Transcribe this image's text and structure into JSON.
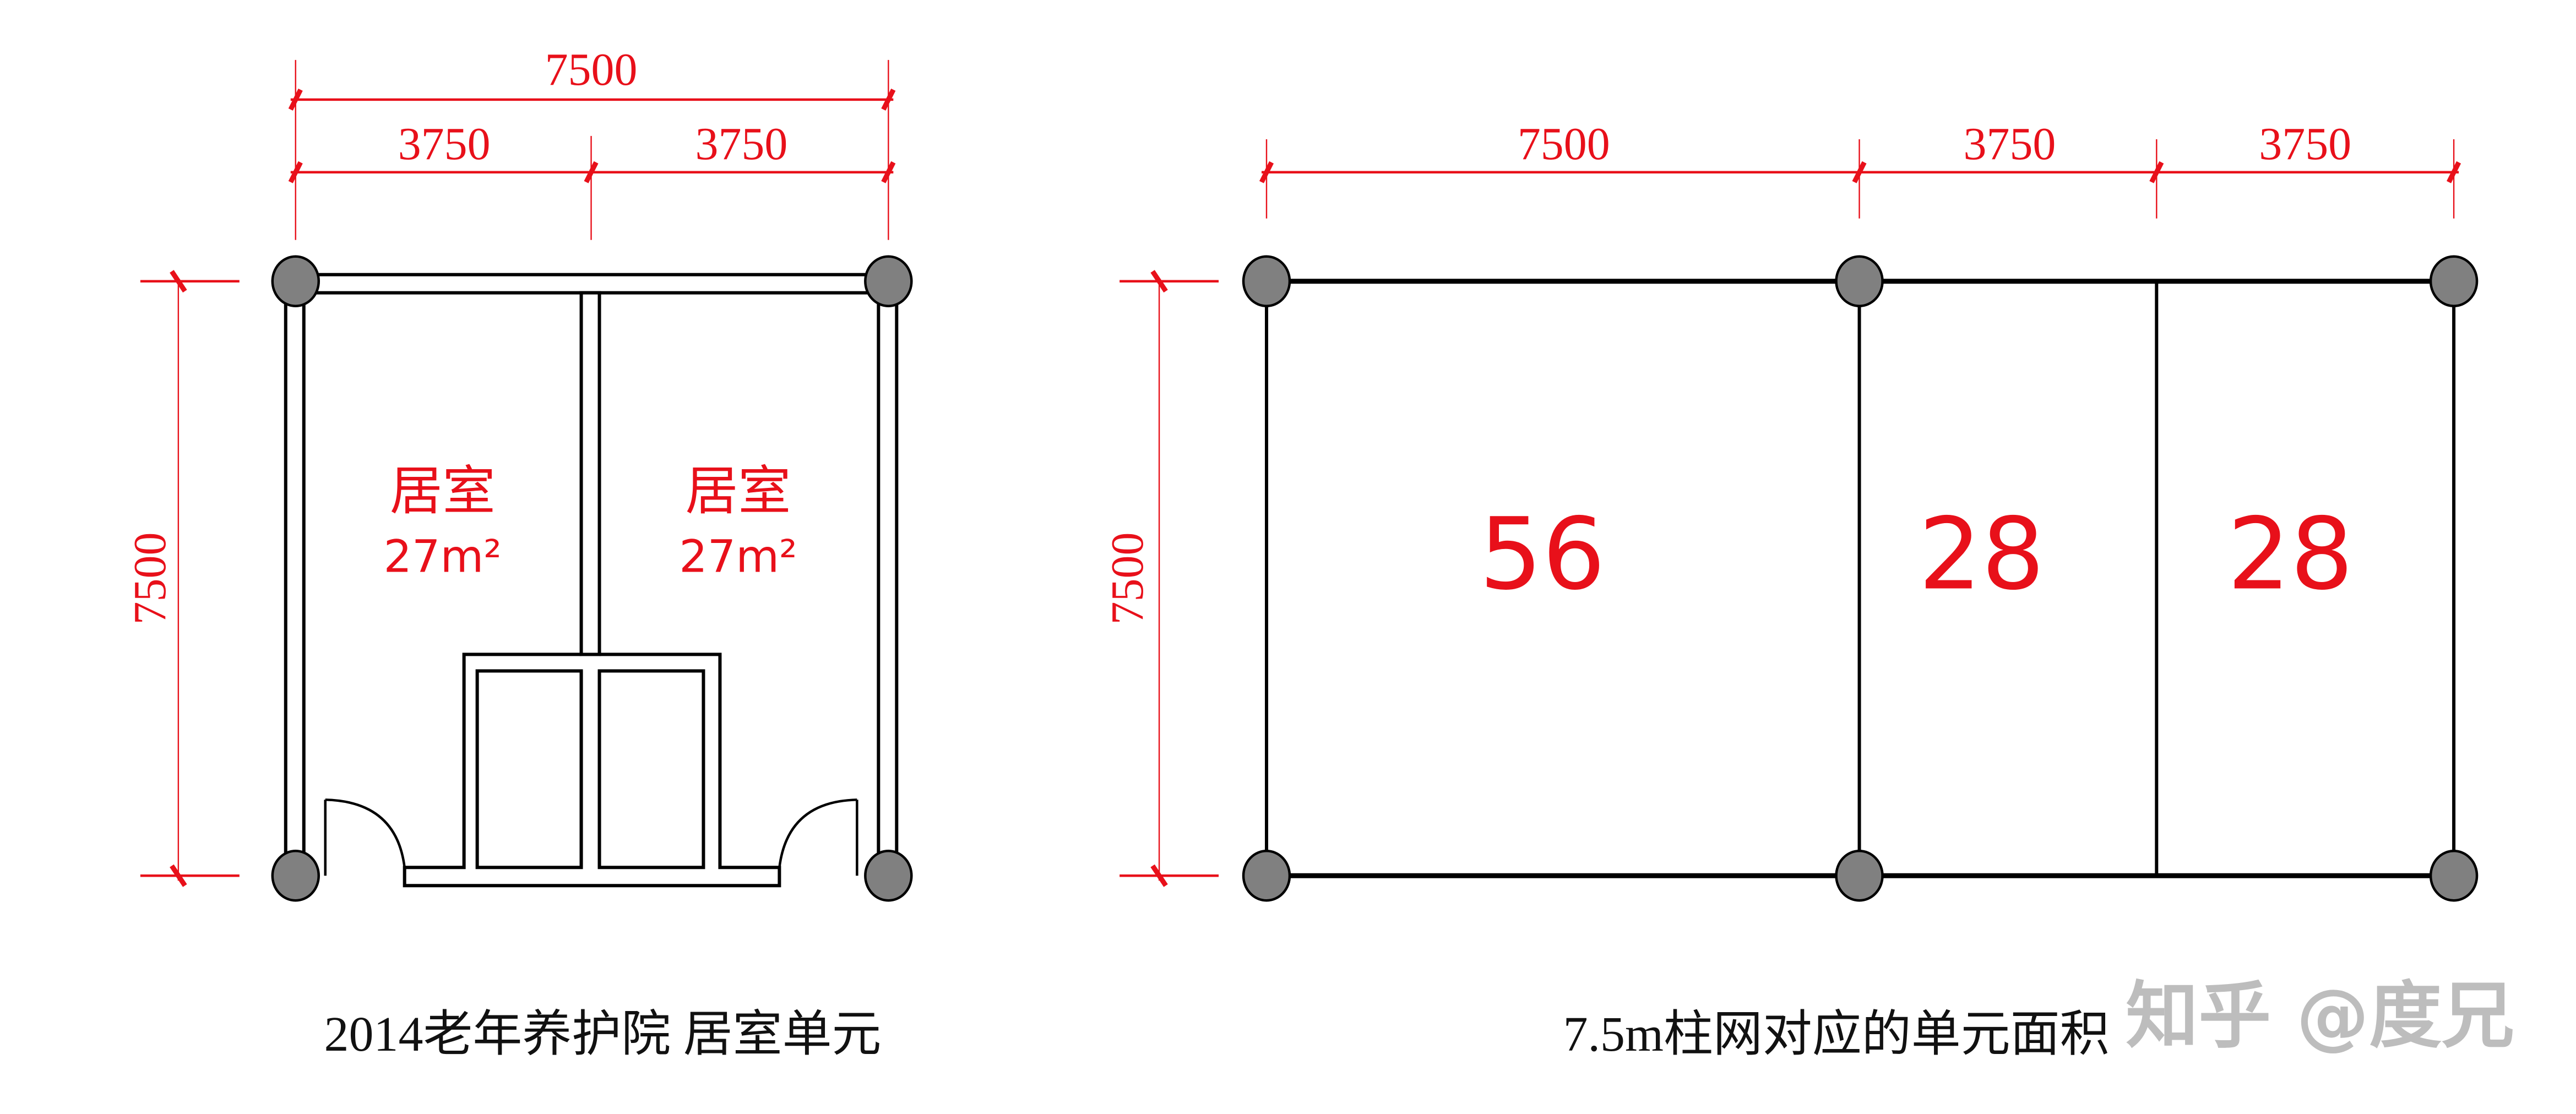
{
  "colors": {
    "dimension": "#e8101a",
    "column": "#808080",
    "wall": "#000000",
    "caption": "#111111",
    "watermark": "#bdbdbd"
  },
  "left_plan": {
    "dim_total": "7500",
    "dim_left": "3750",
    "dim_right": "3750",
    "dim_vertical": "7500",
    "rooms": [
      {
        "name": "居室",
        "area": "27m²"
      },
      {
        "name": "居室",
        "area": "27m²"
      }
    ],
    "caption": "2014老年养护院 居室单元"
  },
  "right_plan": {
    "dims_top": [
      "7500",
      "3750",
      "3750"
    ],
    "dim_vertical": "7500",
    "areas": [
      "56",
      "28",
      "28"
    ],
    "caption": "7.5m柱网对应的单元面积"
  },
  "watermark": "知乎 @度兄"
}
